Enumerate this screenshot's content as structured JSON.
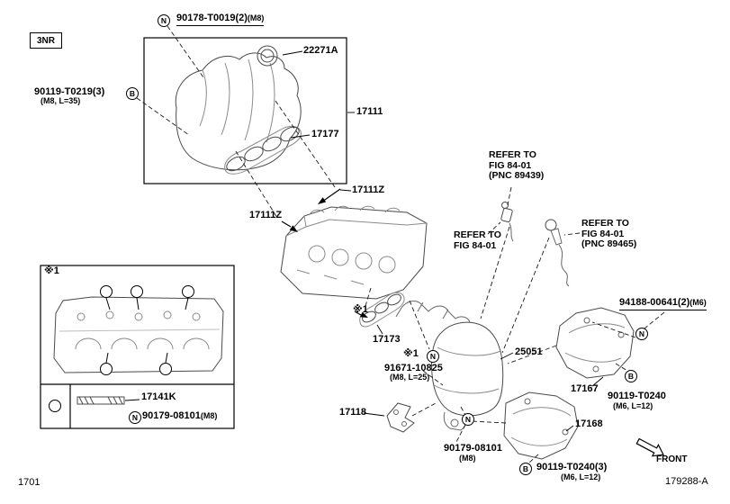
{
  "page": {
    "code_box": "3NR",
    "page_number": "1701",
    "figure_number": "179288-A",
    "front_label": "FRONT",
    "footnote_symbol": "※1"
  },
  "markers": {
    "nut": "N",
    "bolt": "B"
  },
  "parts": {
    "gasket_22271A": "22271A",
    "manifold_17111": "17111",
    "gasket_17177": "17177",
    "z_17111Z": "17111Z",
    "gasket_17173": "17173",
    "converter_25051": "25051",
    "insulator_17167": "17167",
    "insulator_17168": "17168",
    "bracket_17118": "17118",
    "stud_17141K": "17141K"
  },
  "fasteners": {
    "f90178": {
      "number": "90178-T0019(2)",
      "spec": "(M8)"
    },
    "f90119_t0219": {
      "number": "90119-T0219(3)",
      "spec": "(M8, L=35)"
    },
    "f94188": {
      "number": "94188-00641(2)",
      "spec": "(M6)"
    },
    "f91671": {
      "number": "91671-10825",
      "spec": "(M8, L=25)"
    },
    "f90119_t0240": {
      "number": "90119-T0240",
      "spec": "(M6, L=12)"
    },
    "f90179": {
      "number": "90179-08101",
      "spec": "(M8)"
    },
    "f90119_t0240_3": {
      "number": "90119-T0240(3)",
      "spec": "(M6, L=12)"
    },
    "f90179_inset": {
      "number": "90179-08101",
      "spec": "(M8)"
    }
  },
  "references": {
    "fig_89439": "REFER TO\nFIG 84-01\n(PNC 89439)",
    "fig_mid": "REFER TO\nFIG 84-01",
    "fig_89465": "REFER TO\nFIG 84-01\n(PNC 89465)"
  }
}
